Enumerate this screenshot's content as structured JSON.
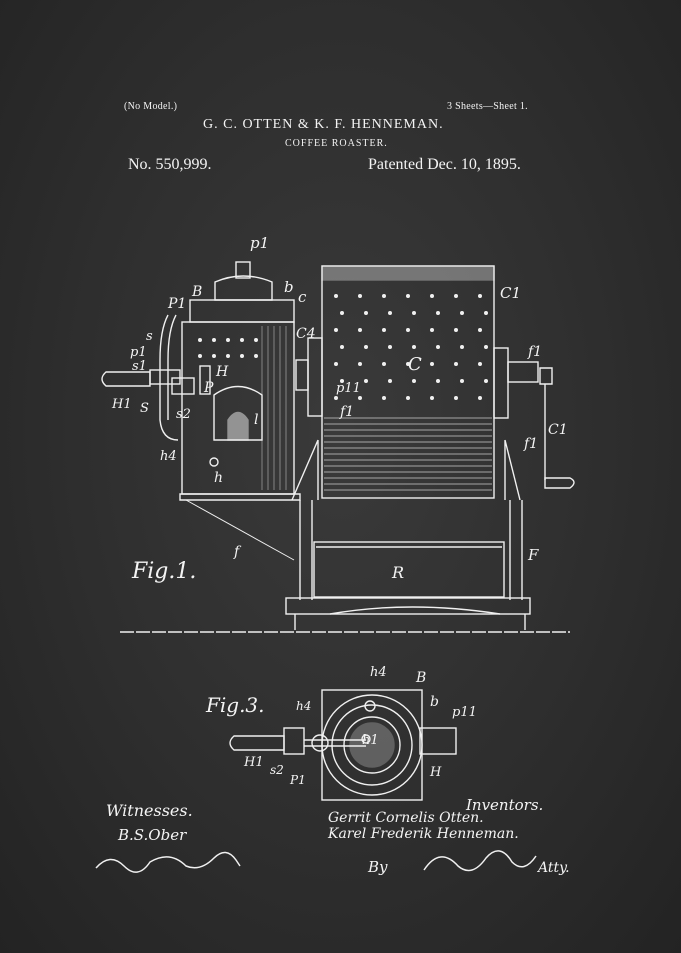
{
  "header": {
    "model_note": "(No Model.)",
    "sheet_note": "3 Sheets—Sheet 1.",
    "inventors_line": "G. C. OTTEN & K. F. HENNEMAN.",
    "title": "COFFEE ROASTER.",
    "patent_no": "No. 550,999.",
    "patent_date": "Patented Dec. 10, 1895."
  },
  "figure1": {
    "caption": "Fig.1.",
    "labels": [
      "p1",
      "b",
      "B",
      "P1",
      "c",
      "C1",
      "C4",
      "s",
      "p1",
      "s1",
      "C",
      "f1",
      "P",
      "p11",
      "H",
      "H1",
      "S",
      "s2",
      "f1",
      "l",
      "h4",
      "C1",
      "f1",
      "h",
      "f",
      "F",
      "R"
    ]
  },
  "figure3": {
    "caption": "Fig.3.",
    "labels": [
      "h4",
      "B",
      "h4",
      "b",
      "p11",
      "h1",
      "H1",
      "s2",
      "P1",
      "H"
    ]
  },
  "signatures": {
    "witnesses_label": "Witnesses.",
    "witness1": "B.S.Ober",
    "inventors_label": "Inventors.",
    "inventor1": "Gerrit Cornelis Otten.",
    "inventor2": "Karel Frederik Henneman.",
    "by_label": "By",
    "atty_label": "Atty."
  },
  "colors": {
    "background": "#2e2e2e",
    "ink": "#f2f2f2"
  }
}
